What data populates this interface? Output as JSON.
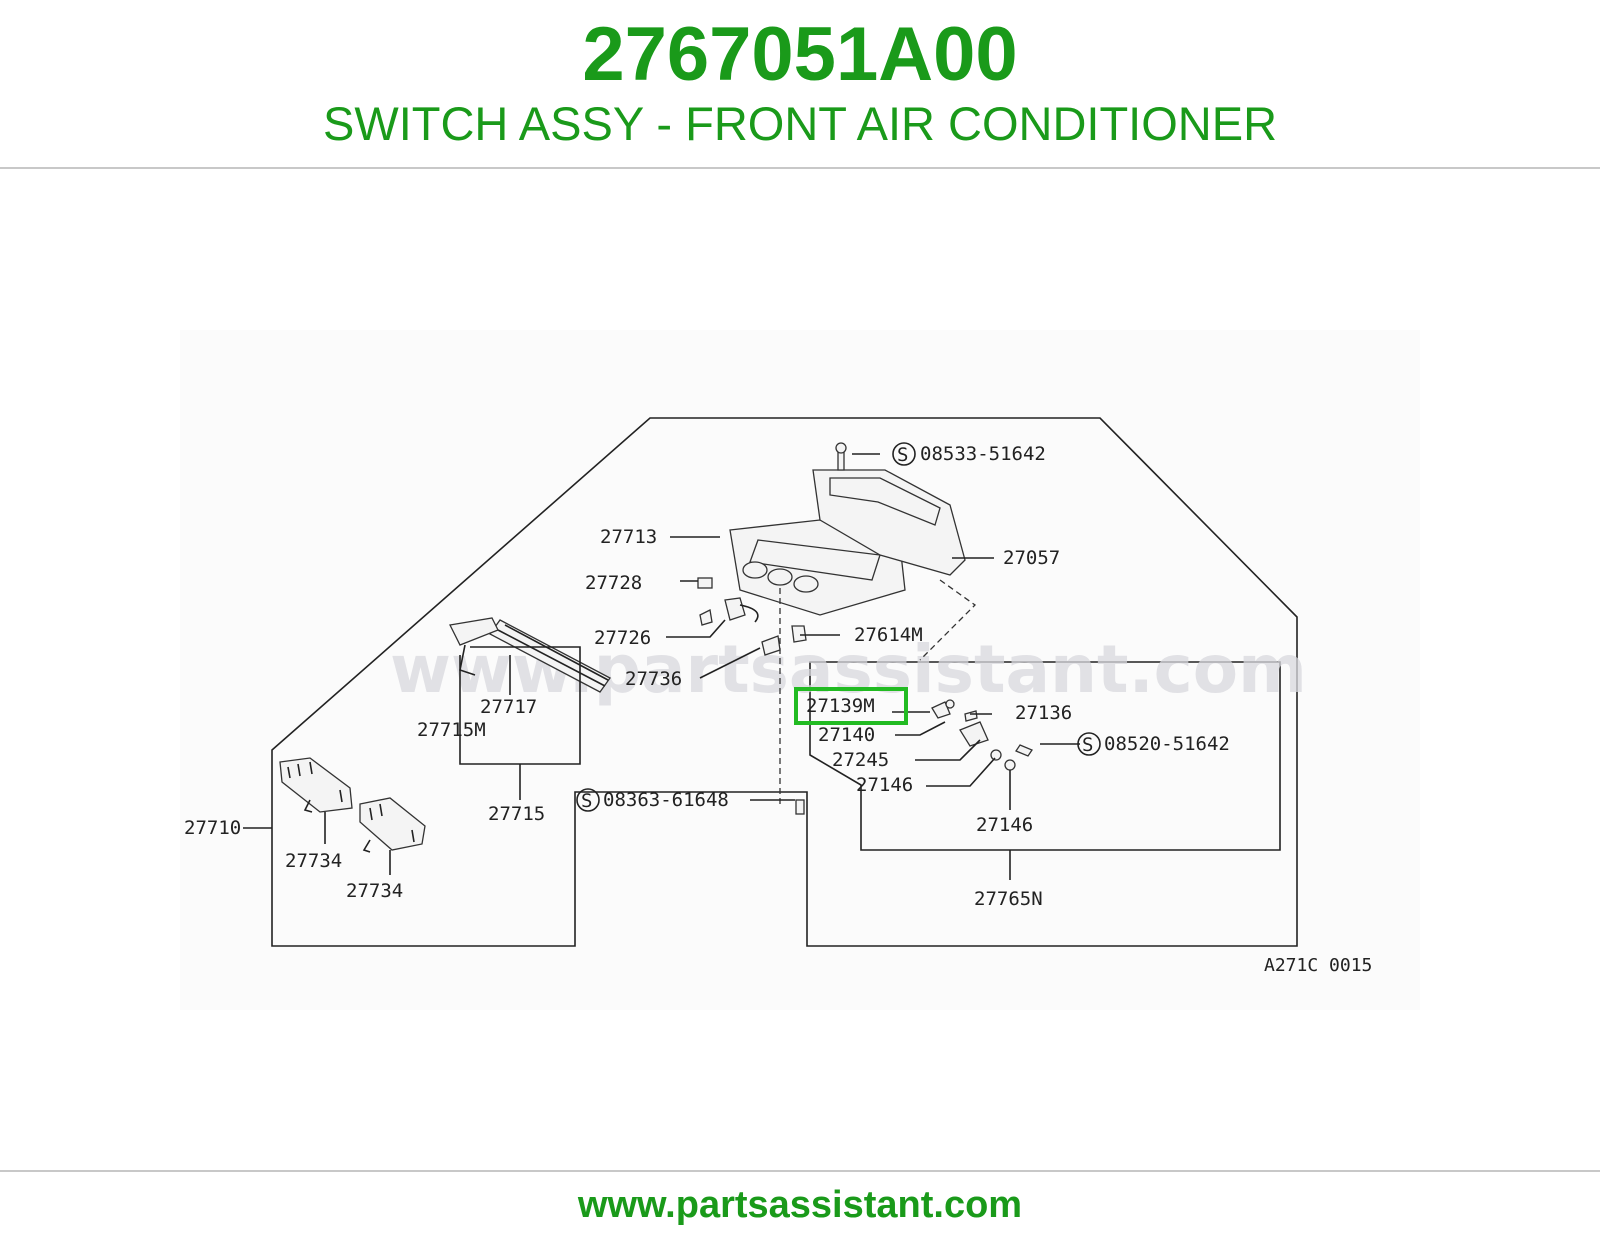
{
  "header": {
    "part_number": "2767051A00",
    "part_name": "SWITCH ASSY - FRONT AIR CONDITIONER"
  },
  "diagram": {
    "watermark": "www.partsassistant.com",
    "reference_code": "A271C 0015",
    "highlight_color": "#22bb22",
    "highlighted_callout": "27139M",
    "callouts": {
      "c27713": "27713",
      "c27057": "27057",
      "c27728": "27728",
      "c27726": "27726",
      "c27614M": "27614M",
      "c27736": "27736",
      "c27717": "27717",
      "c27715M": "27715M",
      "c27715": "27715",
      "c27710": "27710",
      "c27734a": "27734",
      "c27734b": "27734",
      "c27139M": "27139M",
      "c27136": "27136",
      "c27140": "27140",
      "c27245": "27245",
      "c27146a": "27146",
      "c27146b": "27146",
      "c27765N": "27765N",
      "s08533": "08533-51642",
      "s08520": "08520-51642",
      "s08363": "08363-61648"
    },
    "standard_part_symbol": "S"
  },
  "footer": {
    "url": "www.partsassistant.com"
  },
  "colors": {
    "brand_green": "#1a9a1a",
    "rule_gray": "#c8c8c8"
  }
}
